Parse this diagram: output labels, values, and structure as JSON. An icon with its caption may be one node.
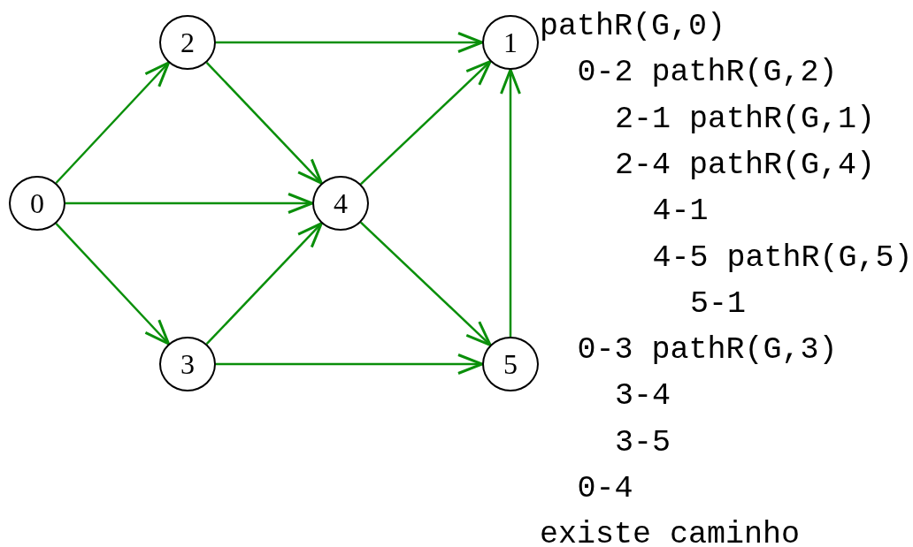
{
  "diagram": {
    "nodes": [
      {
        "text": [
          "0"
        ]
      },
      {
        "text": [
          "2"
        ]
      },
      {
        "text": [
          "1"
        ]
      },
      {
        "text": [
          "4"
        ]
      },
      {
        "text": [
          "3"
        ]
      },
      {
        "text": [
          "5"
        ]
      }
    ],
    "edges": [
      {
        "from": 0,
        "to": 1,
        "arrow": "to"
      },
      {
        "from": 0,
        "to": 3,
        "arrow": "to"
      },
      {
        "from": 0,
        "to": 4,
        "arrow": "to"
      },
      {
        "from": 1,
        "to": 2,
        "arrow": "to"
      },
      {
        "from": 1,
        "to": 3,
        "arrow": "to"
      },
      {
        "from": 3,
        "to": 2,
        "arrow": "to"
      },
      {
        "from": 3,
        "to": 5,
        "arrow": "to"
      },
      {
        "from": 4,
        "to": 3,
        "arrow": "to"
      },
      {
        "from": 4,
        "to": 5,
        "arrow": "to"
      },
      {
        "from": 5,
        "to": 2,
        "arrow": "to"
      }
    ],
    "labels": [
      "pathR(G,0)",
      "0-2 pathR(G,2)",
      "2-1 pathR(G,1)",
      "2-4 pathR(G,4)",
      "4-1",
      "4-5 pathR(G,5)",
      "5-1",
      "0-3 pathR(G,3)",
      "3-4",
      "3-5",
      "0-4",
      "existe caminho"
    ]
  }
}
